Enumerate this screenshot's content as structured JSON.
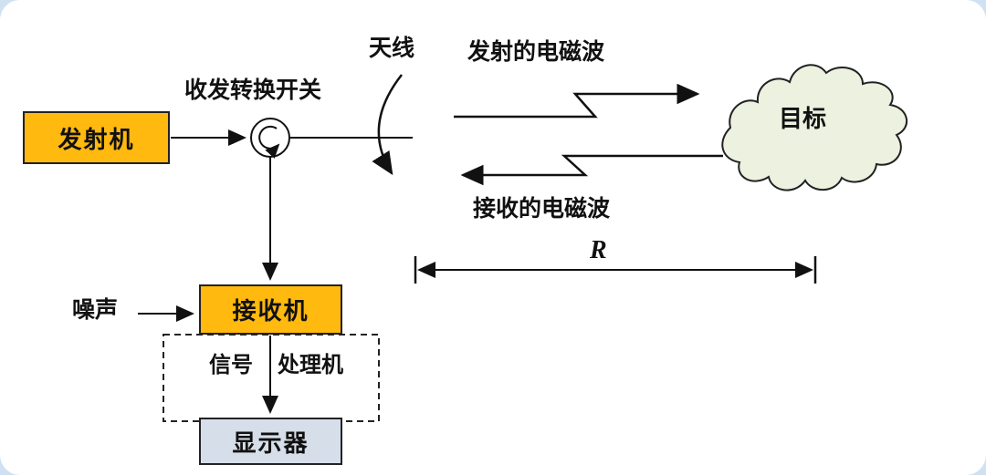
{
  "diagram": {
    "labels": {
      "antenna": "天线",
      "duplexer": "收发转换开关",
      "transmitted_wave": "发射的电磁波",
      "received_wave": "接收的电磁波",
      "target": "目标",
      "noise": "噪声",
      "signal": "信号",
      "processor": "处理机",
      "range": "R"
    },
    "blocks": {
      "transmitter": "发射机",
      "receiver": "接收机",
      "display": "显示器"
    },
    "colors": {
      "block_fill": "#ffb90f",
      "display_fill": "#d5dee9",
      "cloud_fill": "#ecf1e0",
      "line": "#111111",
      "page_background": "#cfe1f2",
      "card_background": "#ffffff"
    }
  }
}
